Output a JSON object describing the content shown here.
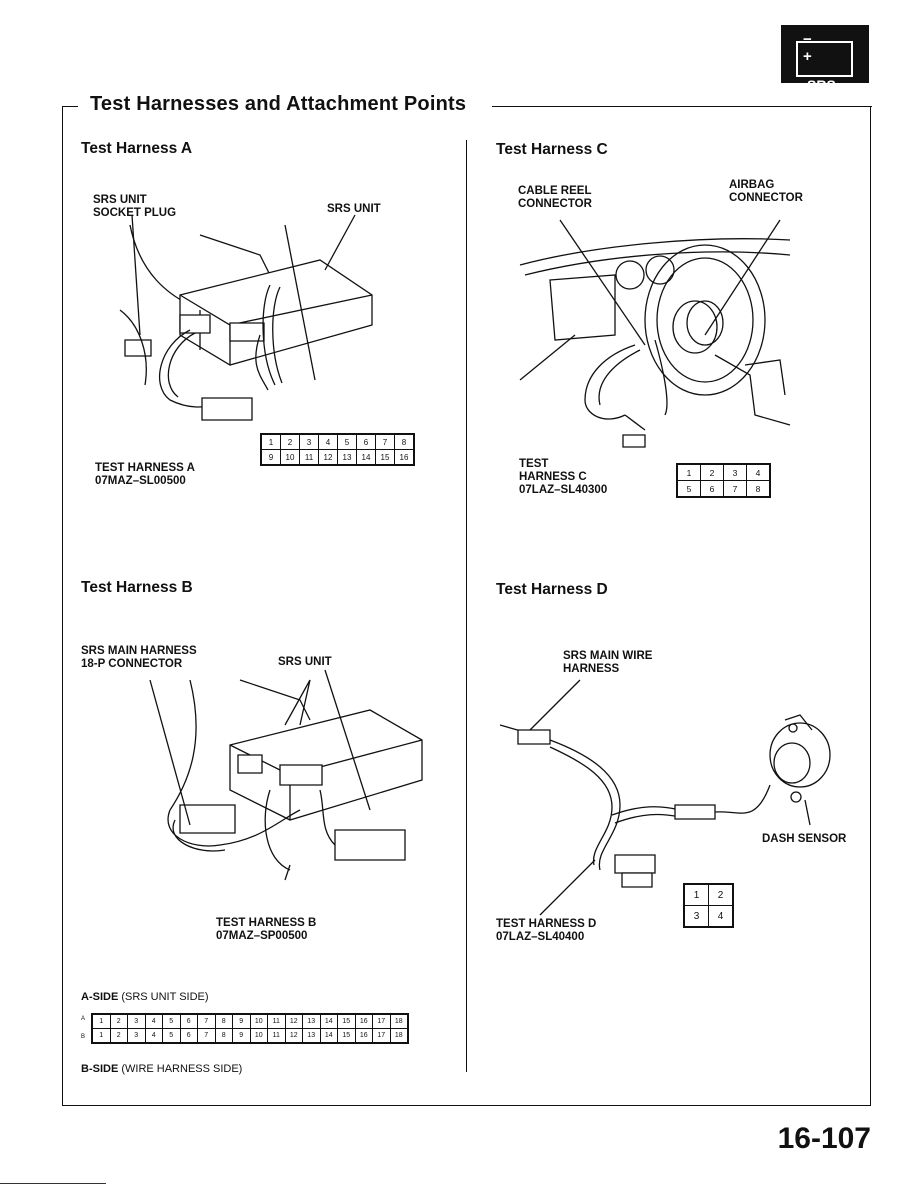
{
  "badge": {
    "signs": "− +",
    "label": "SRS"
  },
  "page": {
    "title": "Test Harnesses and Attachment Points",
    "page_number": "16-107"
  },
  "harness_a": {
    "heading": "Test Harness A",
    "label_socket_plug": "SRS UNIT\nSOCKET PLUG",
    "label_srs_unit": "SRS UNIT",
    "label_test_harness": "TEST HARNESS A\n07MAZ–SL00500",
    "pins": [
      [
        "1",
        "2",
        "3",
        "4",
        "5",
        "6",
        "7",
        "8"
      ],
      [
        "9",
        "10",
        "11",
        "12",
        "13",
        "14",
        "15",
        "16"
      ]
    ]
  },
  "harness_b": {
    "heading": "Test Harness B",
    "label_main_harness": "SRS MAIN HARNESS\n18-P CONNECTOR",
    "label_srs_unit": "SRS UNIT",
    "label_test_harness": "TEST HARNESS B\n07MAZ–SP00500",
    "a_side_bold": "A-SIDE",
    "a_side_rest": " (SRS UNIT SIDE)",
    "b_side_bold": "B-SIDE",
    "b_side_rest": " (WIRE HARNESS SIDE)",
    "row_a_marker": "A",
    "row_b_marker": "B",
    "pins_row_a": [
      "1",
      "2",
      "3",
      "4",
      "5",
      "6",
      "7",
      "8",
      "9",
      "10",
      "11",
      "12",
      "13",
      "14",
      "15",
      "16",
      "17",
      "18"
    ],
    "pins_row_b": [
      "1",
      "2",
      "3",
      "4",
      "5",
      "6",
      "7",
      "8",
      "9",
      "10",
      "11",
      "12",
      "13",
      "14",
      "15",
      "16",
      "17",
      "18"
    ]
  },
  "harness_c": {
    "heading": "Test Harness C",
    "label_cable_reel": "CABLE REEL\nCONNECTOR",
    "label_airbag": "AIRBAG\nCONNECTOR",
    "label_test_harness": "TEST\nHARNESS C\n07LAZ–SL40300",
    "pins": [
      [
        "1",
        "2",
        "3",
        "4"
      ],
      [
        "5",
        "6",
        "7",
        "8"
      ]
    ]
  },
  "harness_d": {
    "heading": "Test Harness D",
    "label_main_wire": "SRS MAIN WIRE\nHARNESS",
    "label_dash_sensor": "DASH SENSOR",
    "label_test_harness": "TEST HARNESS D\n07LAZ–SL40400",
    "pins": [
      [
        "1",
        "2"
      ],
      [
        "3",
        "4"
      ]
    ]
  }
}
